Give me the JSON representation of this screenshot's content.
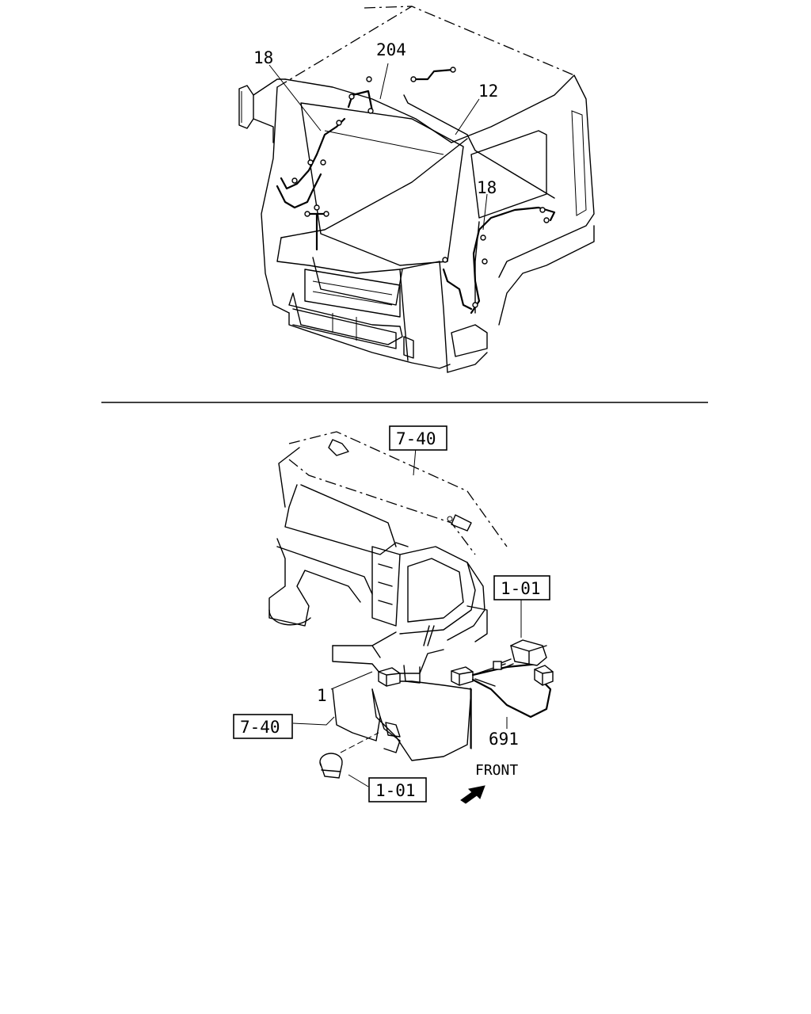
{
  "top_view": {
    "labels": {
      "harness_left": "18",
      "harness_roof": "204",
      "cab_harness": "12",
      "harness_right": "18"
    }
  },
  "bottom_view": {
    "ref_boxes": {
      "dash_top": "7-40",
      "dash_lower": "7-40",
      "switch_upper": "1-01",
      "switch_lower": "1-01"
    },
    "labels": {
      "bracket": "1",
      "harness": "691",
      "front": "FRONT"
    }
  }
}
